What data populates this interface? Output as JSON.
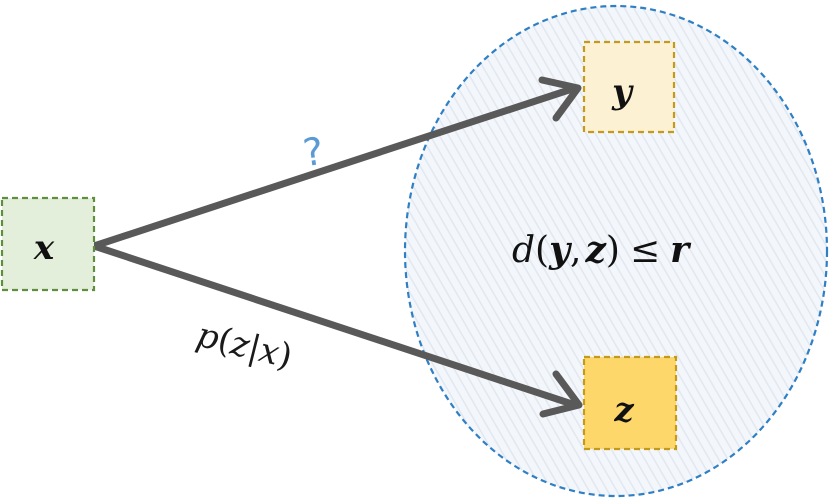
{
  "nodes": {
    "x": {
      "label": "x",
      "fill": "#e3efdb",
      "border": "#5e8e3e"
    },
    "y": {
      "label": "y",
      "fill": "#fdf1d3",
      "border": "#c49a1c"
    },
    "z": {
      "label": "z",
      "fill": "#fed76b",
      "border": "#c49a1c"
    }
  },
  "edges": {
    "unknown_label": "?",
    "conditional_label": {
      "p": "p",
      "open": "(",
      "z": "z",
      "bar": "|",
      "x": "x",
      "close": ")"
    }
  },
  "region": {
    "d": "d",
    "open": "(",
    "y": "y",
    "comma": ",",
    "z": "z",
    "close": ")",
    "leq": "≤",
    "r": "r",
    "border": "#2f7fc4"
  },
  "colors": {
    "arrow": "#595959",
    "question": "#5b9bd5"
  }
}
